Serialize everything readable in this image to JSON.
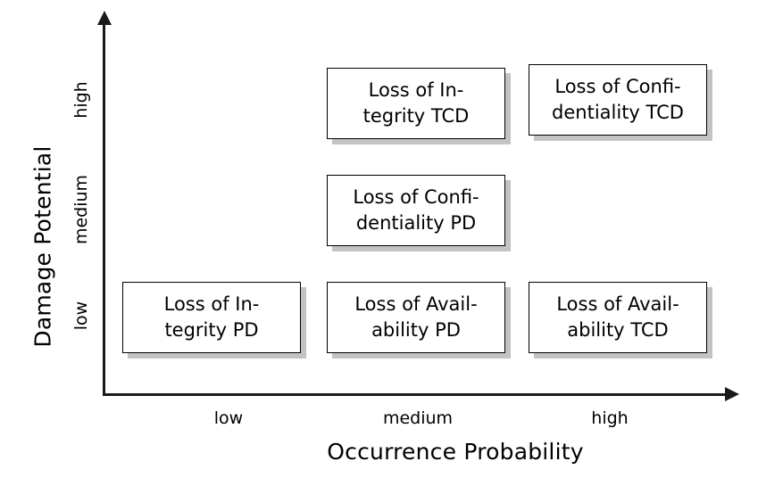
{
  "chart_data": {
    "type": "table",
    "title": "",
    "xlabel": "Occurrence Probability",
    "ylabel": "Damage Potential",
    "x_categories": [
      "low",
      "medium",
      "high"
    ],
    "y_categories": [
      "low",
      "medium",
      "high"
    ],
    "grid": false,
    "legend": "none",
    "axis_style": "arrow",
    "cells": [
      {
        "x": "medium",
        "y": "high",
        "line1": "Loss of In-",
        "line2": "tegrity TCD",
        "text": "Loss of Integrity TCD"
      },
      {
        "x": "high",
        "y": "high",
        "line1": "Loss of Confi-",
        "line2": "dentiality TCD",
        "text": "Loss of Confidentiality TCD"
      },
      {
        "x": "medium",
        "y": "medium",
        "line1": "Loss of Confi-",
        "line2": "dentiality PD",
        "text": "Loss of Confidentiality PD"
      },
      {
        "x": "low",
        "y": "low",
        "line1": "Loss of In-",
        "line2": "tegrity PD",
        "text": "Loss of Integrity PD"
      },
      {
        "x": "medium",
        "y": "low",
        "line1": "Loss of Avail-",
        "line2": "ability PD",
        "text": "Loss of Availability PD"
      },
      {
        "x": "high",
        "y": "low",
        "line1": "Loss of Avail-",
        "line2": "ability TCD",
        "text": "Loss of Availability TCD"
      }
    ],
    "colors": {
      "box_fill": "#ffffff",
      "box_border": "#000000",
      "box_shadow": "#c3c3c3",
      "axis": "#1a1a1a",
      "text": "#000000",
      "background": "#ffffff"
    }
  },
  "axes": {
    "y": {
      "title": "Damage Potential",
      "ticks": {
        "high": "high",
        "medium": "medium",
        "low": "low"
      }
    },
    "x": {
      "title": "Occurrence Probability",
      "ticks": {
        "low": "low",
        "medium": "medium",
        "high": "high"
      }
    }
  },
  "cells": {
    "integrity_tcd": {
      "line1": "Loss of In-",
      "line2": "tegrity TCD"
    },
    "confidentiality_tcd": {
      "line1": "Loss of Confi-",
      "line2": "dentiality TCD"
    },
    "confidentiality_pd": {
      "line1": "Loss of Confi-",
      "line2": "dentiality PD"
    },
    "integrity_pd": {
      "line1": "Loss of In-",
      "line2": "tegrity PD"
    },
    "availability_pd": {
      "line1": "Loss of Avail-",
      "line2": "ability PD"
    },
    "availability_tcd": {
      "line1": "Loss of Avail-",
      "line2": "ability TCD"
    }
  }
}
